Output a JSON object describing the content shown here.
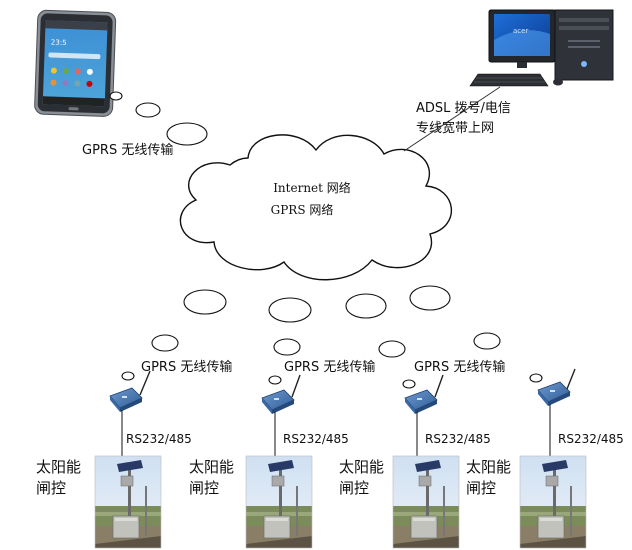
{
  "diagram": {
    "cloud": {
      "line1": "Internet 网络",
      "line2": "GPRS 网络"
    },
    "phone": {
      "label": "GPRS 无线传输",
      "clock": "23:5"
    },
    "pc": {
      "label_line1": "ADSL 拨号/电信",
      "label_line2": "专线宽带上网",
      "brand": "acer"
    },
    "wireless_labels": [
      "GPRS 无线传输",
      "GPRS 无线传输",
      "GPRS 无线传输"
    ],
    "stations": [
      {
        "interface": "RS232/485",
        "name_line1": "太阳能",
        "name_line2": "闸控"
      },
      {
        "interface": "RS232/485",
        "name_line1": "太阳能",
        "name_line2": "闸控"
      },
      {
        "interface": "RS232/485",
        "name_line1": "太阳能",
        "name_line2": "闸控"
      },
      {
        "interface": "RS232/485",
        "name_line1": "太阳能",
        "name_line2": "闸控"
      }
    ]
  }
}
